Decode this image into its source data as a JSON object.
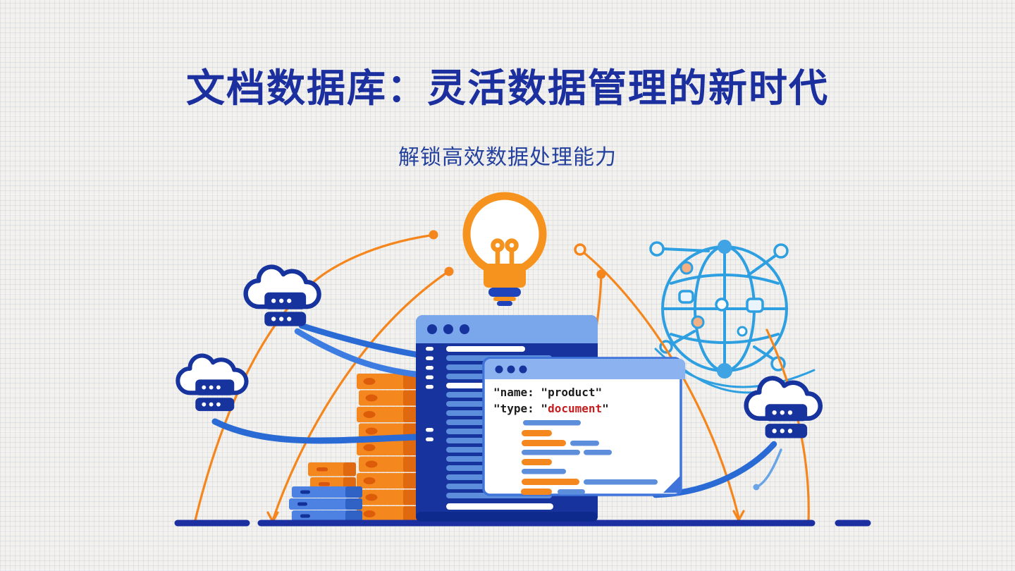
{
  "slide": {
    "title": "文档数据库：灵活数据管理的新时代",
    "subtitle": "解锁高效数据处理能力"
  },
  "code_window": {
    "line1": "\"name: \"product\"",
    "line2_prefix": "\"type: \"",
    "line2_word": "document",
    "line2_suffix": "\""
  },
  "illustration": {
    "icons": [
      "lightbulb-icon",
      "cloud-server-icon-top-left",
      "cloud-server-icon-bottom-left",
      "cloud-server-icon-right",
      "browser-window",
      "code-window",
      "database-stack-orange",
      "database-stack-small-orange",
      "database-stack-blue",
      "globe-network-icon",
      "connection-arcs",
      "ground-line"
    ],
    "colors": {
      "title_navy": "#1c2f9f",
      "window_navy": "#16339e",
      "window_header_blue": "#7aa7ec",
      "code_bar_blue": "#5c8edc",
      "connector_blue": "#2a6ad4",
      "globe_sky_blue": "#2e9fe0",
      "accent_orange": "#f5871f",
      "deep_orange": "#e0690f",
      "highlight_red": "#c41e1e",
      "background": "#f2f1ee"
    }
  }
}
